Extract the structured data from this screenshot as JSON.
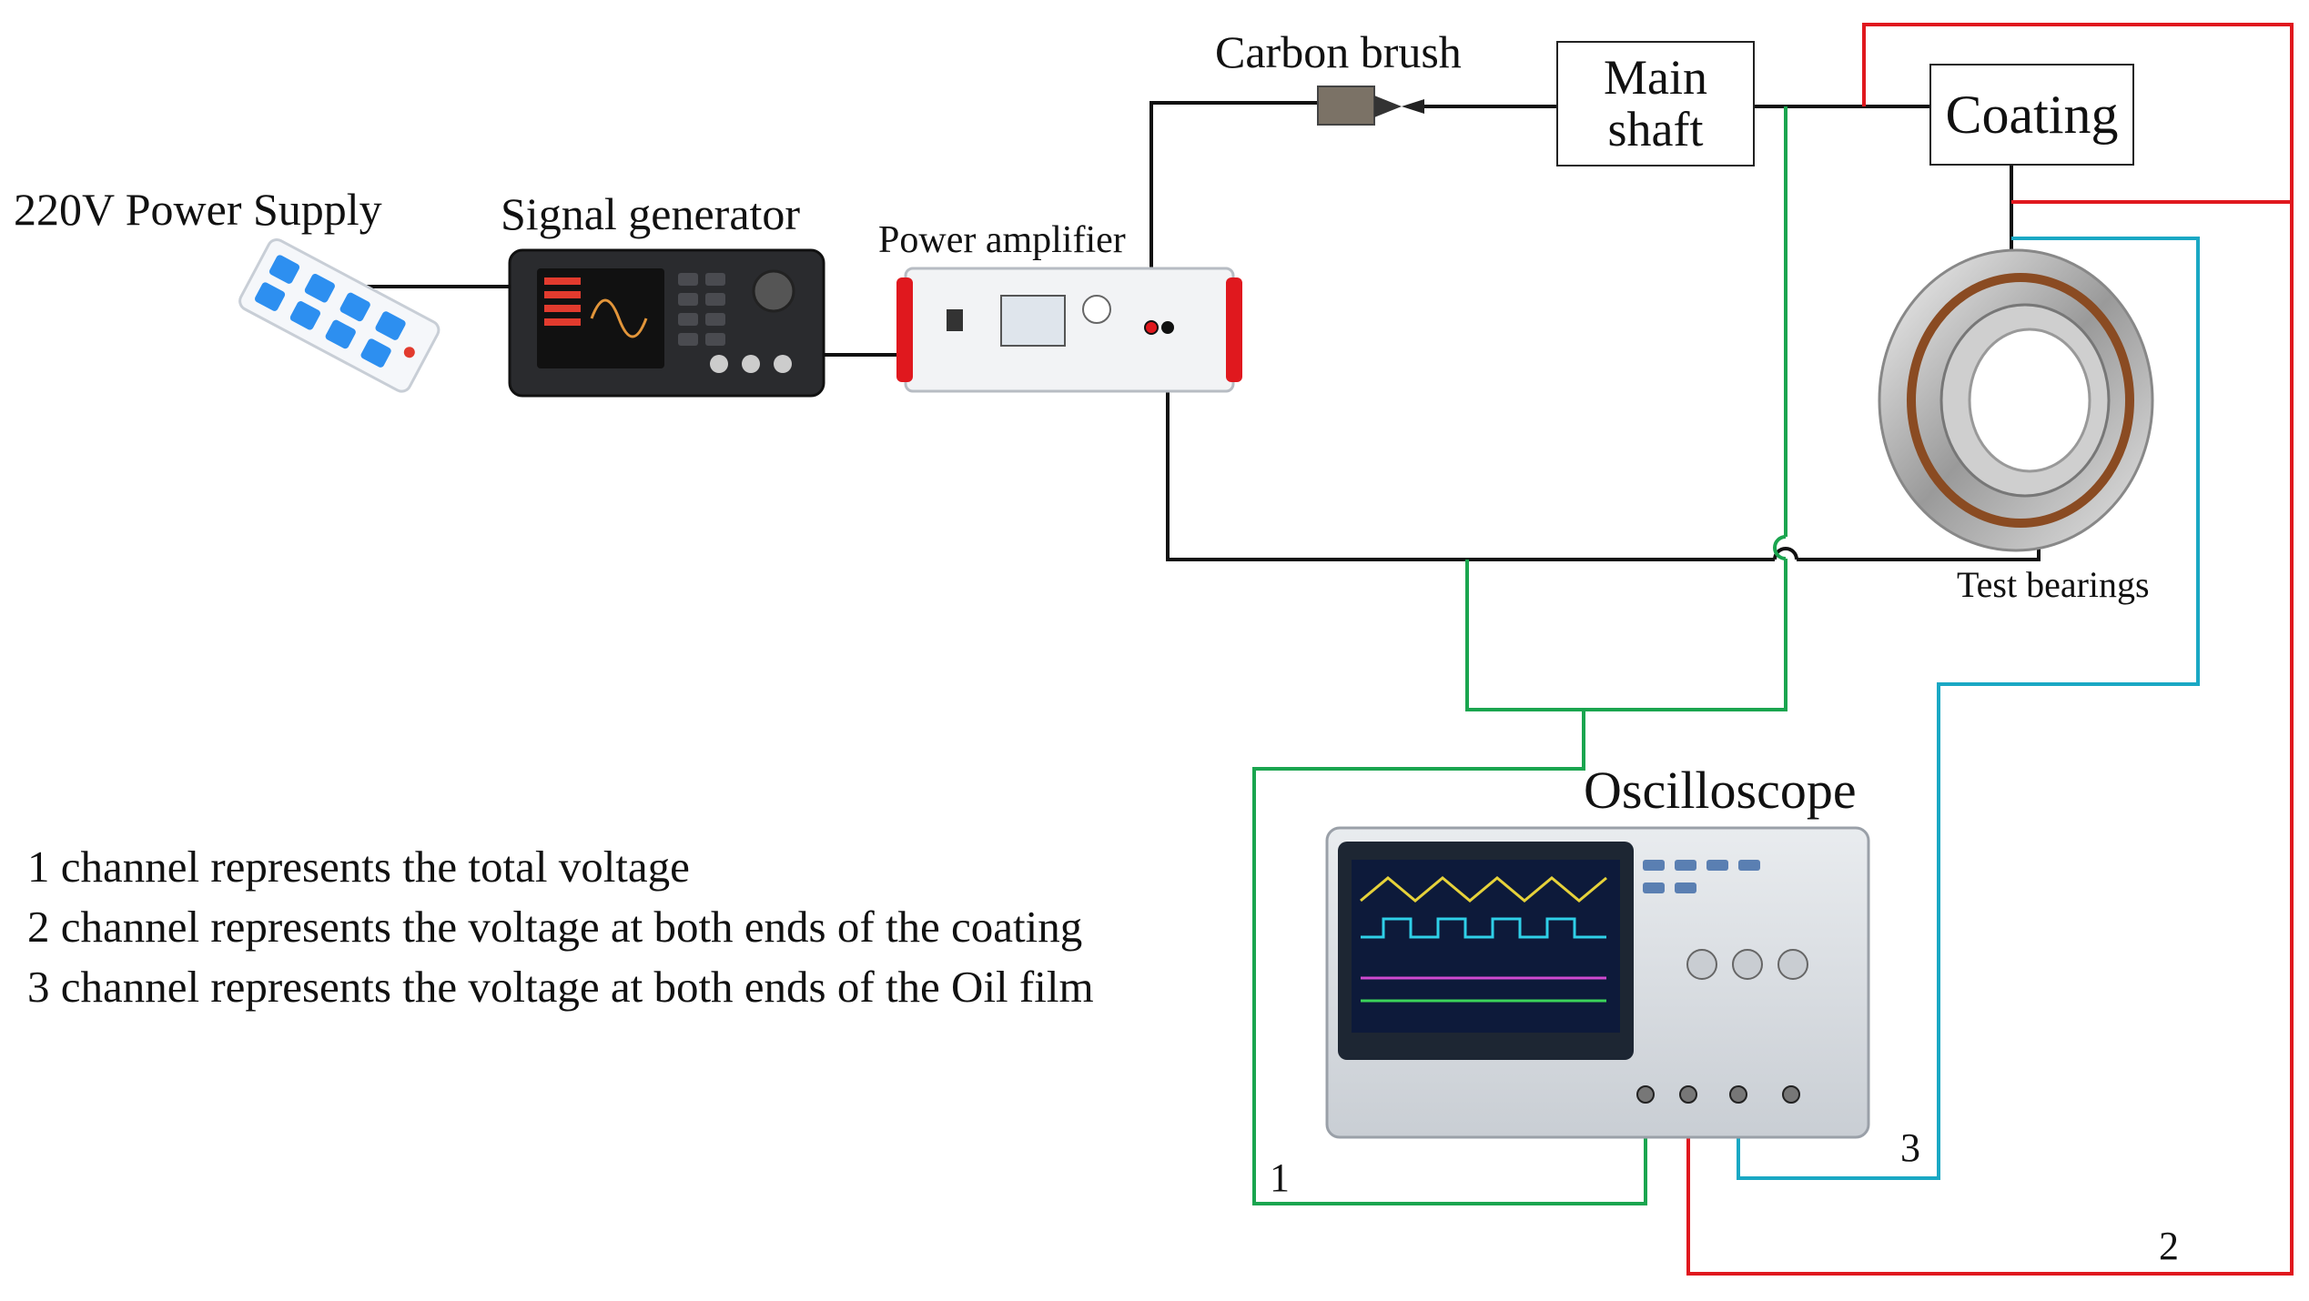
{
  "labels": {
    "power_supply": "220V Power Supply",
    "signal_generator": "Signal generator",
    "power_amplifier": "Power amplifier",
    "carbon_brush": "Carbon brush",
    "main_shaft": "Main shaft",
    "coating": "Coating",
    "test_bearings": "Test bearings",
    "oscilloscope": "Oscilloscope"
  },
  "channel_numbers": {
    "ch1": "1",
    "ch2": "2",
    "ch3": "3"
  },
  "legend": [
    "1 channel represents the total voltage",
    "2 channel represents the voltage at both ends of the coating",
    "3 channel represents the voltage at both ends of the Oil film"
  ],
  "wire_colors": {
    "ch1": "#1aa54f",
    "ch2": "#e0181e",
    "ch3": "#1aa8c4",
    "main": "#111111"
  }
}
